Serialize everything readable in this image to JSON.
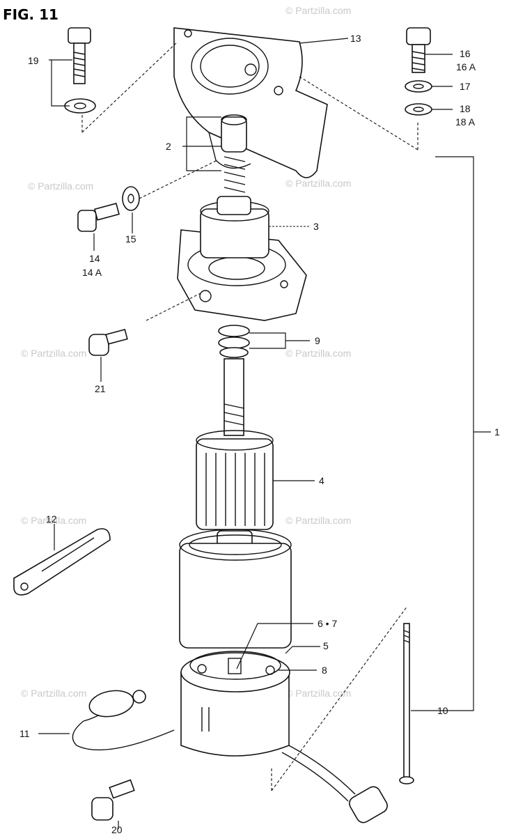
{
  "figure_title": "FIG. 11",
  "watermark": "© Partzilla.com",
  "callouts": [
    {
      "id": "c1",
      "text": "1"
    },
    {
      "id": "c2",
      "text": "2"
    },
    {
      "id": "c3",
      "text": "3"
    },
    {
      "id": "c4",
      "text": "4"
    },
    {
      "id": "c5",
      "text": "5"
    },
    {
      "id": "c67",
      "text": "6 • 7"
    },
    {
      "id": "c8",
      "text": "8"
    },
    {
      "id": "c9",
      "text": "9"
    },
    {
      "id": "c10",
      "text": "10"
    },
    {
      "id": "c11",
      "text": "11"
    },
    {
      "id": "c12",
      "text": "12"
    },
    {
      "id": "c13",
      "text": "13"
    },
    {
      "id": "c14",
      "text": "14"
    },
    {
      "id": "c14a",
      "text": "14 A"
    },
    {
      "id": "c15",
      "text": "15"
    },
    {
      "id": "c16",
      "text": "16"
    },
    {
      "id": "c16a",
      "text": "16 A"
    },
    {
      "id": "c17",
      "text": "17"
    },
    {
      "id": "c18",
      "text": "18"
    },
    {
      "id": "c18a",
      "text": "18 A"
    },
    {
      "id": "c19",
      "text": "19"
    },
    {
      "id": "c20",
      "text": "20"
    },
    {
      "id": "c21",
      "text": "21"
    }
  ]
}
